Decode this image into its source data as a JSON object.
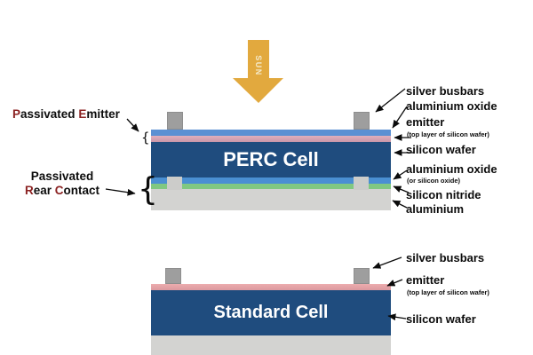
{
  "sun": {
    "label": "SUN"
  },
  "perc": {
    "title": "PERC Cell",
    "left_labels": {
      "pe_p": "P",
      "pe_rest1": "assivated ",
      "pe_e": "E",
      "pe_rest2": "mitter",
      "rc_line1": "Passivated",
      "rc_r": "R",
      "rc_rest1": "ear ",
      "rc_c": "C",
      "rc_rest2": "ontact"
    },
    "right_labels": [
      {
        "label": "silver busbars"
      },
      {
        "label": "aluminium oxide"
      },
      {
        "label": "emitter",
        "note": "(top layer of silicon wafer)"
      },
      {
        "label": "silicon wafer"
      },
      {
        "label": "aluminium oxide",
        "note": "(or silicon oxide)"
      },
      {
        "label": "silicon nitride"
      },
      {
        "label": "aluminium"
      }
    ]
  },
  "standard": {
    "title": "Standard Cell",
    "right_labels": [
      {
        "label": "silver busbars"
      },
      {
        "label": "emitter",
        "note": "(top layer of silicon wafer)"
      },
      {
        "label": "silicon wafer"
      }
    ]
  },
  "glyphs": {
    "brace": "{"
  },
  "colors": {
    "accent_letter": "#8B2222",
    "sun_gold": "#E2A93E",
    "sun_text": "#F4E9C8",
    "silicon_wafer_navy": "#1F4C7E",
    "aluminium_oxide_blue": "#5B90D3",
    "perc_emitter_pink": "#D9A7B7",
    "standard_emitter_pink": "#E7A6A8",
    "silicon_nitride_green": "#80C881",
    "aluminium_gray": "#D3D3D1",
    "busbar_gray": "#9E9E9E"
  }
}
